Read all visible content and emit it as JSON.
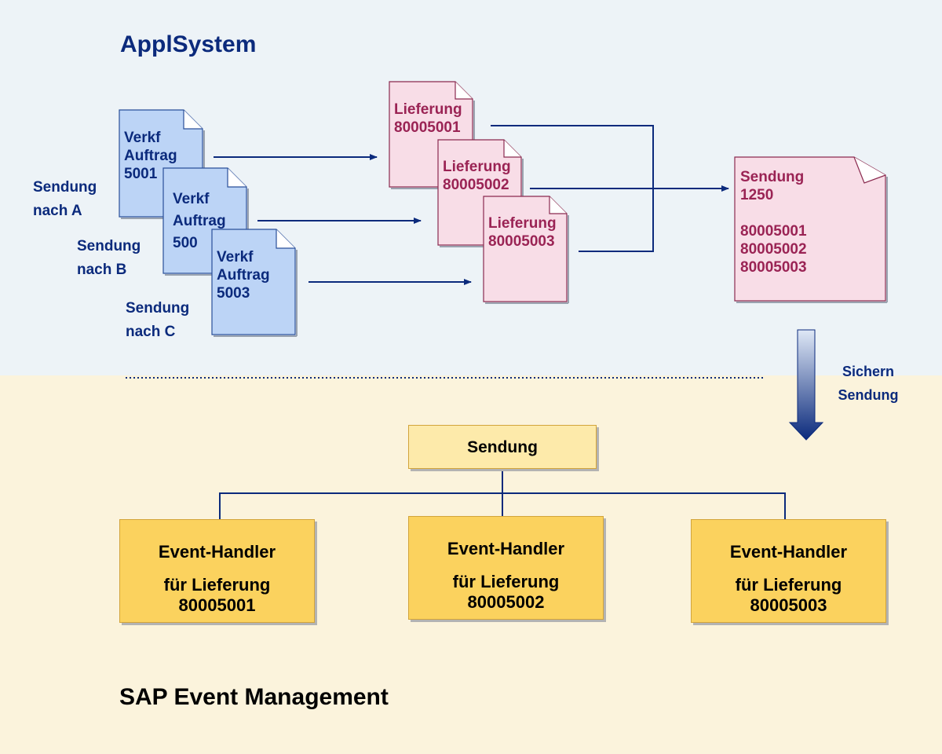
{
  "zones": {
    "top_title": "ApplSystem",
    "bottom_title": "SAP Event Management"
  },
  "orders": [
    {
      "text": "Verkf\nAuftrag\n5001"
    },
    {
      "text": "Verkf\nAuftrag\n500"
    },
    {
      "text": "Verkf\nAuftrag\n5003"
    }
  ],
  "order_labels": [
    {
      "line1": "Sendung",
      "line2": "nach A"
    },
    {
      "line1": "Sendung",
      "line2": "nach B"
    },
    {
      "line1": "Sendung",
      "line2": "nach C"
    }
  ],
  "deliveries": [
    {
      "text": "Lieferung\n80005001"
    },
    {
      "text": "Lieferung\n80005002"
    },
    {
      "text": "Lieferung\n80005003"
    }
  ],
  "shipment_doc": {
    "text": "Sendung\n1250\n\n80005001\n80005002\n80005003"
  },
  "save_label": {
    "line1": "Sichern",
    "line2": "Sendung"
  },
  "shipment_box": {
    "label": "Sendung"
  },
  "event_handlers": [
    {
      "line1": "Event-Handler",
      "line2": "für Lieferung",
      "line3": "80005001"
    },
    {
      "line1": "Event-Handler",
      "line2": "für Lieferung",
      "line3": "80005002"
    },
    {
      "line1": "Event-Handler",
      "line2": "für Lieferung",
      "line3": "80005003"
    }
  ],
  "colors": {
    "navy": "#0b2a7c",
    "order_fill": "#bcd4f6",
    "delivery_fill": "#f8dde7",
    "delivery_text": "#9a2354",
    "handler_fill": "#fbd25e",
    "shipment_box_fill": "#fdeaaa"
  }
}
